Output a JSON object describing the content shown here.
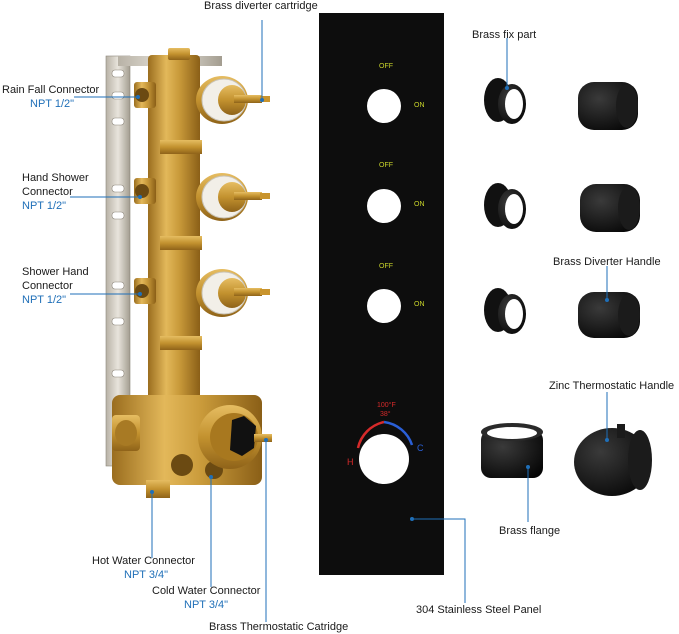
{
  "labels": {
    "rain_fall": "Rain Fall Connector",
    "rain_fall_npt": "NPT 1/2\"",
    "hand_shower_1": "Hand Shower",
    "hand_shower_2": "Connector",
    "hand_shower_npt": "NPT 1/2\"",
    "shower_hand_1": "Shower Hand",
    "shower_hand_2": "Connector",
    "shower_hand_npt": "NPT 1/2\"",
    "hot_water": "Hot Water Connector",
    "hot_water_npt": "NPT 3/4\"",
    "cold_water": "Cold Water Connector",
    "cold_water_npt": "NPT 3/4\"",
    "thermo_cartridge": "Brass Thermostatic Catridge",
    "diverter_cartridge": "Brass diverter cartridge",
    "fix_part": "Brass fix part",
    "diverter_handle": "Brass Diverter Handle",
    "zinc_handle": "Zinc Thermostatic Handle",
    "flange": "Brass flange",
    "panel": "304 Stainless Steel Panel"
  },
  "panel": {
    "off_label": "OFF",
    "on_label": "ON",
    "temp_f": "100°F",
    "temp_c": "38°",
    "hot_letter": "H",
    "cold_letter": "C"
  },
  "colors": {
    "leader": "#1f6fb8",
    "panel": "#0d0d0d",
    "brass": "#c99a3a",
    "on_off_text": "#c9d42a",
    "hot": "#d62a2a",
    "cold": "#2a5fd6"
  }
}
